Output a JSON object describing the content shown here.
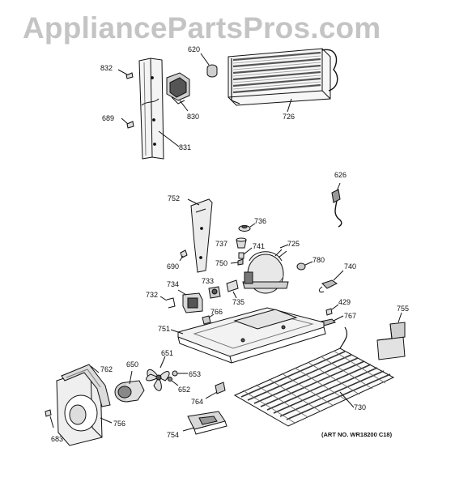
{
  "watermark": "AppliancePartsPros.com",
  "art_number": "(ART NO. WR18200 C18)",
  "callouts": {
    "p832": "832",
    "p689": "689",
    "p620": "620",
    "p830": "830",
    "p831": "831",
    "p726": "726",
    "p626": "626",
    "p752": "752",
    "p736": "736",
    "p737": "737",
    "p741": "741",
    "p725": "725",
    "p690": "690",
    "p750": "750",
    "p780": "780",
    "p740": "740",
    "p734": "734",
    "p733": "733",
    "p732": "732",
    "p735": "735",
    "p429": "429",
    "p766": "766",
    "p767": "767",
    "p755": "755",
    "p751": "751",
    "p651": "651",
    "p762": "762",
    "p650": "650",
    "p653": "653",
    "p652": "652",
    "p764": "764",
    "p756": "756",
    "p730": "730",
    "p683": "683",
    "p754": "754"
  }
}
